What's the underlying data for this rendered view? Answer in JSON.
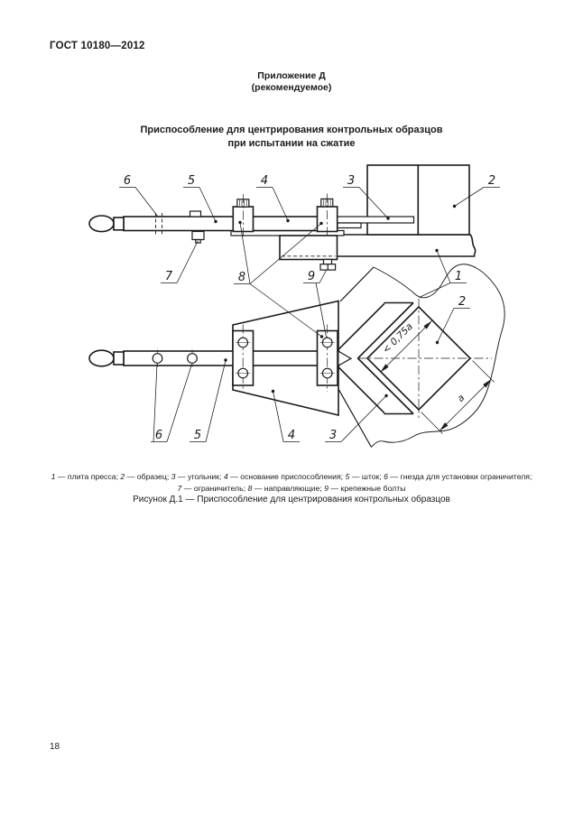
{
  "page": {
    "doc_number": "ГОСТ 10180—2012",
    "page_number": "18"
  },
  "appendix": {
    "label": "Приложение Д",
    "type": "(рекомендуемое)"
  },
  "title": {
    "line1": "Приспособление для центрирования контрольных образцов",
    "line2": "при испытании на сжатие"
  },
  "figure": {
    "callouts": {
      "c1": "1",
      "c2": "2",
      "c3": "3",
      "c4": "4",
      "c5": "5",
      "c6": "6",
      "c7": "7",
      "c8": "8",
      "c9": "9"
    },
    "dimensions": {
      "d1": "< 0,75a",
      "d2": "a"
    },
    "caption": "Рисунок Д.1 — Приспособление для центрирования контрольных образцов"
  },
  "legend": {
    "items": [
      {
        "num": "1",
        "text": " — плита пресса; "
      },
      {
        "num": "2",
        "text": " — образец; "
      },
      {
        "num": "3",
        "text": " — угольник; "
      },
      {
        "num": "4",
        "text": " — основание приспособления; "
      },
      {
        "num": "5",
        "text": " — шток; "
      },
      {
        "num": "6",
        "text": " — гнезда для установки ограничителя; "
      },
      {
        "num": "7",
        "text": " — ограничитель; "
      },
      {
        "num": "8",
        "text": " — направляющие; "
      },
      {
        "num": "9",
        "text": " — крепежные болты"
      }
    ]
  }
}
